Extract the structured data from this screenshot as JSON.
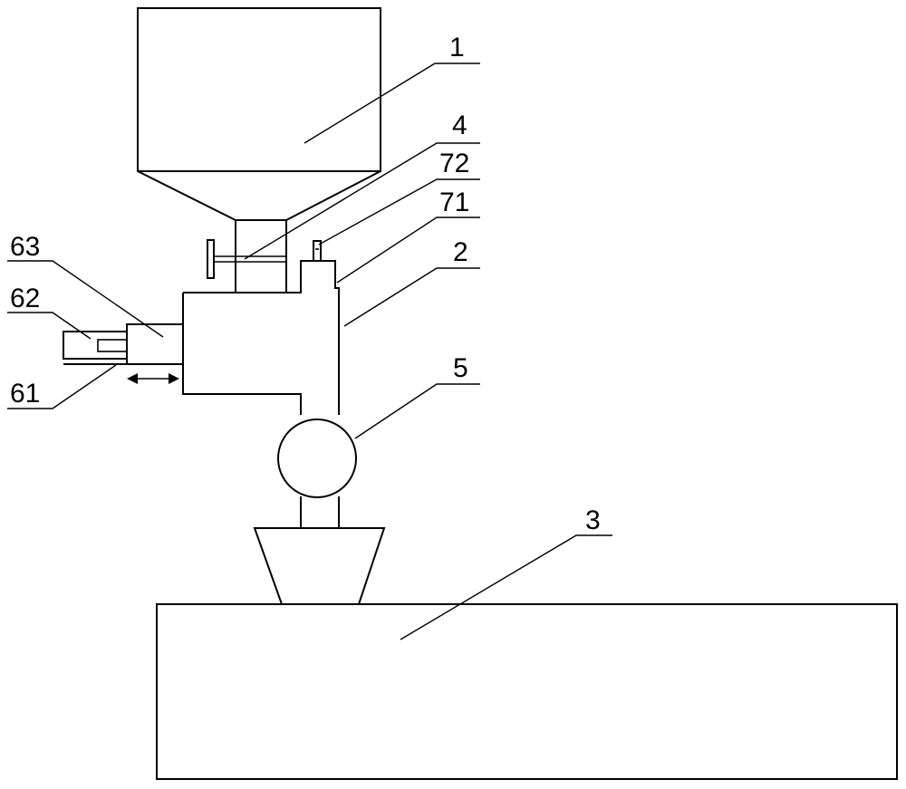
{
  "labels": {
    "hopper": "1",
    "pipe": "2",
    "tank": "3",
    "valve": "4",
    "pump": "5",
    "cylinder_rod": "61",
    "cylinder": "62",
    "plunger": "63",
    "sensor_base": "71",
    "sensor": "72"
  },
  "colors": {
    "stroke": "#000000",
    "background": "#ffffff"
  }
}
